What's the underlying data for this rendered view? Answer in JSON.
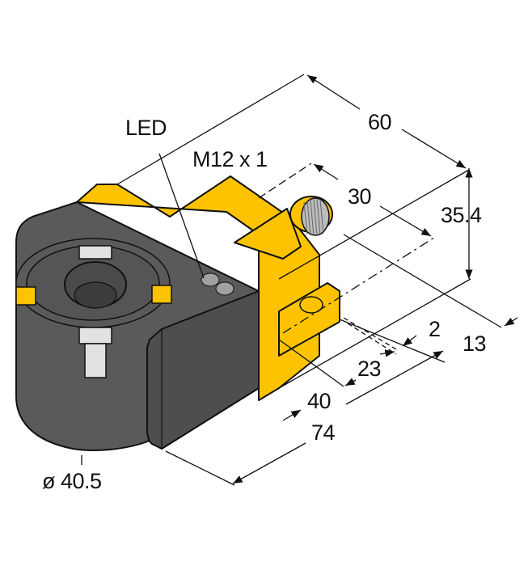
{
  "drawing": {
    "title": "Sensor housing dimension drawing",
    "colors": {
      "housing_dark": "#5a5a5a",
      "housing_yellow": "#fdc300",
      "outline": "#111111",
      "led": "#a0a0a0",
      "background": "#ffffff"
    },
    "callouts": {
      "led": "LED",
      "connector": "M12 x 1"
    },
    "dimensions": {
      "length_total": "60",
      "connector_offset": "30",
      "height": "35.4",
      "flange_depth": "13",
      "slot_width": "2",
      "hole_offset": "23",
      "width_body": "40",
      "width_total": "74",
      "diameter": "ø 40.5"
    }
  }
}
